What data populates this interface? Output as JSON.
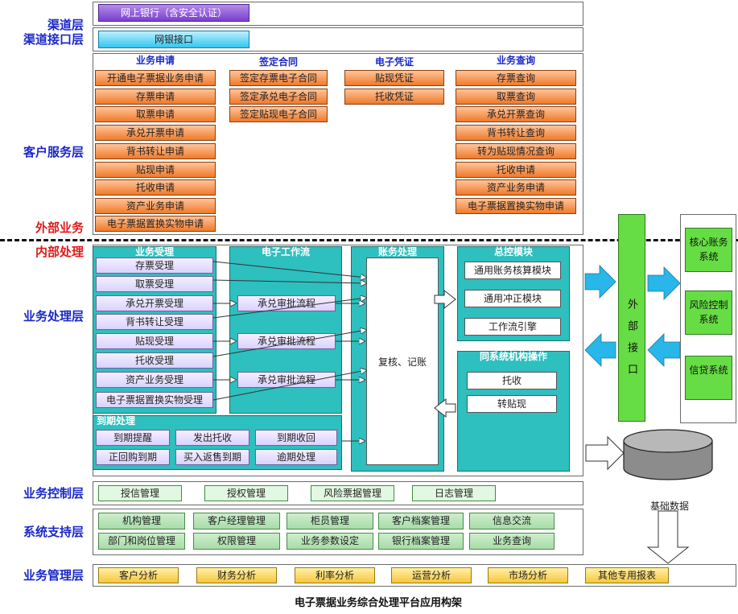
{
  "layers": {
    "channel": "渠道层",
    "channel_interface": "渠道接口层",
    "customer_service": "客户服务层",
    "external": "外部业务",
    "internal": "内部处理",
    "processing": "业务处理层",
    "control": "业务控制层",
    "support": "系统支持层",
    "management": "业务管理层"
  },
  "channel": {
    "bank": "网上银行（含安全认证）",
    "interface": "网银接口"
  },
  "customer": {
    "col1": {
      "title": "业务申请",
      "items": [
        "开通电子票据业务申请",
        "存票申请",
        "取票申请",
        "承兑开票申请",
        "背书转让申请",
        "贴现申请",
        "托收申请",
        "资产业务申请",
        "电子票据置换实物申请"
      ]
    },
    "col2": {
      "title": "签定合同",
      "items": [
        "签定存票电子合同",
        "签定承兑电子合同",
        "签定贴现电子合同"
      ]
    },
    "col3": {
      "title": "电子凭证",
      "items": [
        "贴现凭证",
        "托收凭证"
      ]
    },
    "col4": {
      "title": "业务查询",
      "items": [
        "存票查询",
        "取票查询",
        "承兑开票查询",
        "背书转让查询",
        "转为贴现情况查询",
        "托收申请",
        "资产业务申请",
        "电子票据置换实物申请"
      ]
    }
  },
  "processing": {
    "acceptance": {
      "title": "业务受理",
      "items": [
        "存票受理",
        "取票受理",
        "承兑开票受理",
        "背书转让受理",
        "贴现受理",
        "托收受理",
        "资产业务受理",
        "电子票据置换实物受理"
      ]
    },
    "workflow": {
      "title": "电子工作流",
      "items": [
        "承兑审批流程",
        "承兑审批流程",
        "承兑审批流程"
      ]
    },
    "accounting": {
      "title": "账务处理",
      "body": "复核、记账"
    },
    "master": {
      "title": "总控模块",
      "items": [
        "通用账务核算模块",
        "通用冲正模块",
        "工作流引擎"
      ]
    },
    "same_org": {
      "title": "同系统机构操作",
      "items": [
        "托收",
        "转贴现"
      ]
    },
    "maturity": {
      "title": "到期处理",
      "items": [
        "到期提醒",
        "发出托收",
        "到期收回",
        "正回购到期",
        "买入返售到期",
        "逾期处理"
      ]
    },
    "external_interface": "外部接口",
    "systems": [
      "核心账务系统",
      "风险控制系统",
      "信贷系统"
    ]
  },
  "control": {
    "items": [
      "授信管理",
      "授权管理",
      "风险票据管理",
      "日志管理"
    ]
  },
  "support": {
    "row1": [
      "机构管理",
      "客户经理管理",
      "柜员管理",
      "客户档案管理",
      "信息交流"
    ],
    "row2": [
      "部门和岗位管理",
      "权限管理",
      "业务参数设定",
      "银行档案管理",
      "业务查询"
    ]
  },
  "basic_data": "基础数据",
  "management": {
    "items": [
      "客户分析",
      "财务分析",
      "利率分析",
      "运营分析",
      "市场分析",
      "其他专用报表"
    ]
  },
  "caption": "电子票据业务综合处理平台应用构架",
  "colors": {
    "label_blue": "#1a28c8",
    "label_red": "#e01a1a",
    "teal": "#2ebfbf",
    "orange": "#f07a2a",
    "arrow_cyan": "#29b6e8"
  }
}
